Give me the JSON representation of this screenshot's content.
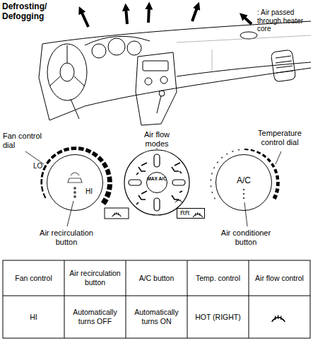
{
  "diagram": {
    "title": "Defrosting/ Defogging",
    "nodes": [
      {
        "text": [
          "LO",
          "HI"
        ]
      },
      {
        "text": [
          "MAX A/C"
        ]
      },
      {
        "text": [
          "A/C"
        ]
      },
      {
        "text": [
          "RR"
        ]
      }
    ],
    "labels": [
      "Fan control dial",
      "Air flow modes",
      "Temperature control dial",
      "Air recirculation button",
      "Air conditioner button",
      "Fan control",
      "Air recirculation button",
      "A/C button",
      "Temp. control",
      "Air flow control",
      "HI",
      "Automatically turns OFF",
      "Automatically turns ON",
      "HOT (RIGHT)"
    ],
    "legend": [
      {
        "text": ": Air passed through heater core"
      }
    ]
  }
}
